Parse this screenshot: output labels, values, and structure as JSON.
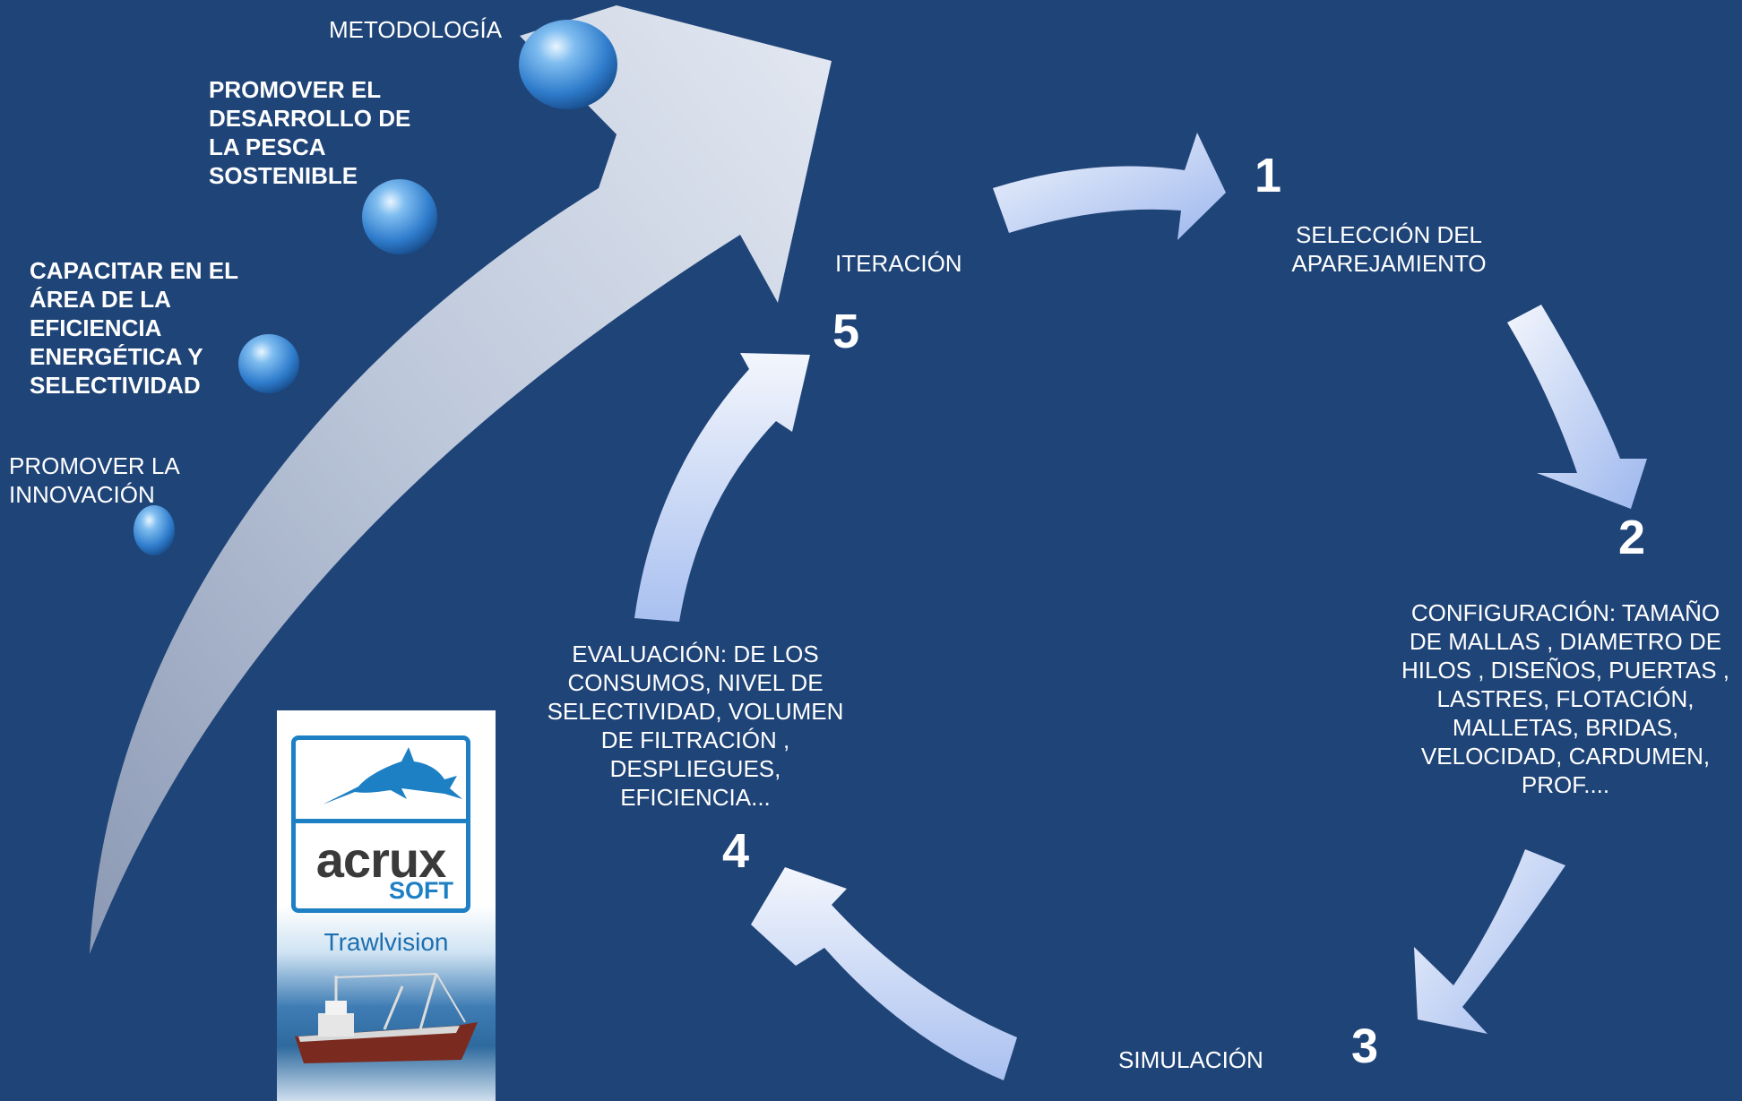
{
  "labels": {
    "metodologia": "METODOLOGÍA",
    "promover_desarrollo": "PROMOVER  EL\nDESARROLLO DE\nLA PESCA\nSOSTENIBLE",
    "capacitar": "CAPACITAR EN EL\nÁREA DE LA\nEFICIENCIA\nENERGÉTICA Y\nSELECTIVIDAD",
    "promover_innovacion": "PROMOVER LA\nINNOVACIÓN"
  },
  "steps": [
    {
      "number": "1",
      "text": "SELECCIÓN DEL\nAPAREJAMIENTO"
    },
    {
      "number": "2",
      "text": "CONFIGURACIÓN:   TAMAÑO\nDE   MALLAS , DIAMETRO DE\nHILOS , DISEÑOS, PUERTAS ,\nLASTRES, FLOTACIÓN,\nMALLETAS, BRIDAS,\nVELOCIDAD,  CARDUMEN,\nPROF...."
    },
    {
      "number": "3",
      "text": "SIMULACIÓN"
    },
    {
      "number": "4",
      "text": "EVALUACIÓN: DE LOS\nCONSUMOS, NIVEL DE\nSELECTIVIDAD, VOLUMEN\nDE FILTRACIÓN ,\nDESPLIEGUES,\nEFICIENCIA..."
    },
    {
      "number": "5",
      "text": "ITERACIÓN"
    }
  ],
  "logo": {
    "brand_name": "acrux",
    "brand_sub": "SOFT",
    "product": "Trawlvision"
  },
  "colors": {
    "background": "#1f4478",
    "arrow_light": "#eef3fb",
    "arrow_dark": "#9fb9f0",
    "bubble": "#3f8fd8",
    "logo_blue": "#1d7fc4"
  }
}
